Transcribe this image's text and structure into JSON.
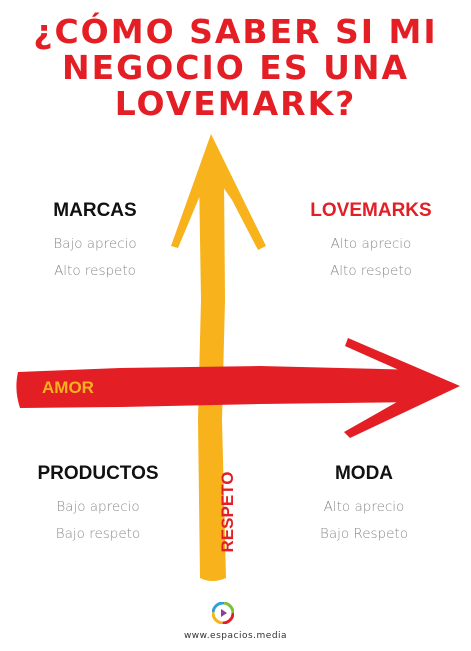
{
  "title": {
    "line1": "¿CÓMO SABER SI MI",
    "line2": "NEGOCIO ES UNA",
    "line3": "LOVEMARK?"
  },
  "axes": {
    "horizontal": {
      "label": "AMOR",
      "color": "#e31e24",
      "label_color": "#f7b21c"
    },
    "vertical": {
      "label": "RESPETO",
      "color": "#f7b21c",
      "label_color": "#e31e24"
    }
  },
  "quadrants": {
    "top_left": {
      "title": "MARCAS",
      "line1": "Bajo aprecio",
      "line2": "Alto respeto"
    },
    "top_right": {
      "title": "LOVEMARKS",
      "line1": "Alto aprecio",
      "line2": "Alto respeto"
    },
    "bottom_left": {
      "title": "PRODUCTOS",
      "line1": "Bajo aprecio",
      "line2": "Bajo respeto"
    },
    "bottom_right": {
      "title": "MODA",
      "line1": "Alto aprecio",
      "line2": "Bajo Respeto"
    }
  },
  "footer": {
    "url": "www.espacios.media",
    "logo_icon": "play-circle-logo-icon"
  },
  "colors": {
    "red": "#e31e24",
    "yellow": "#f7b21c",
    "text_dark": "#111111",
    "text_gray": "#8a8a8a"
  }
}
